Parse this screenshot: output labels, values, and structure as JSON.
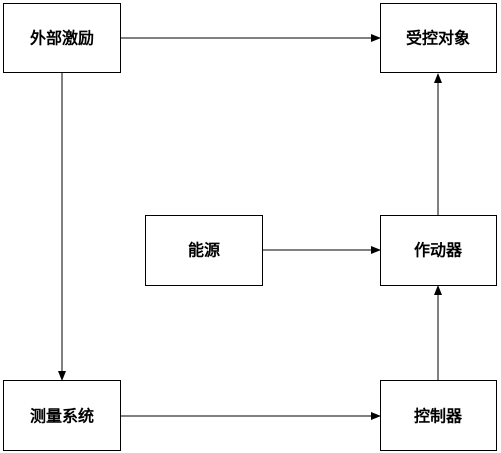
{
  "nodes": {
    "external_excitation": "外部激励",
    "controlled_object": "受控对象",
    "energy_source": "能源",
    "actuator": "作动器",
    "measurement_system": "测量系统",
    "controller": "控制器"
  },
  "edges": [
    {
      "from": "external_excitation",
      "to": "controlled_object"
    },
    {
      "from": "external_excitation",
      "to": "measurement_system"
    },
    {
      "from": "measurement_system",
      "to": "controller"
    },
    {
      "from": "controller",
      "to": "actuator"
    },
    {
      "from": "energy_source",
      "to": "actuator"
    },
    {
      "from": "actuator",
      "to": "controlled_object"
    }
  ],
  "colors": {
    "stroke": "#000000",
    "background": "#ffffff"
  }
}
